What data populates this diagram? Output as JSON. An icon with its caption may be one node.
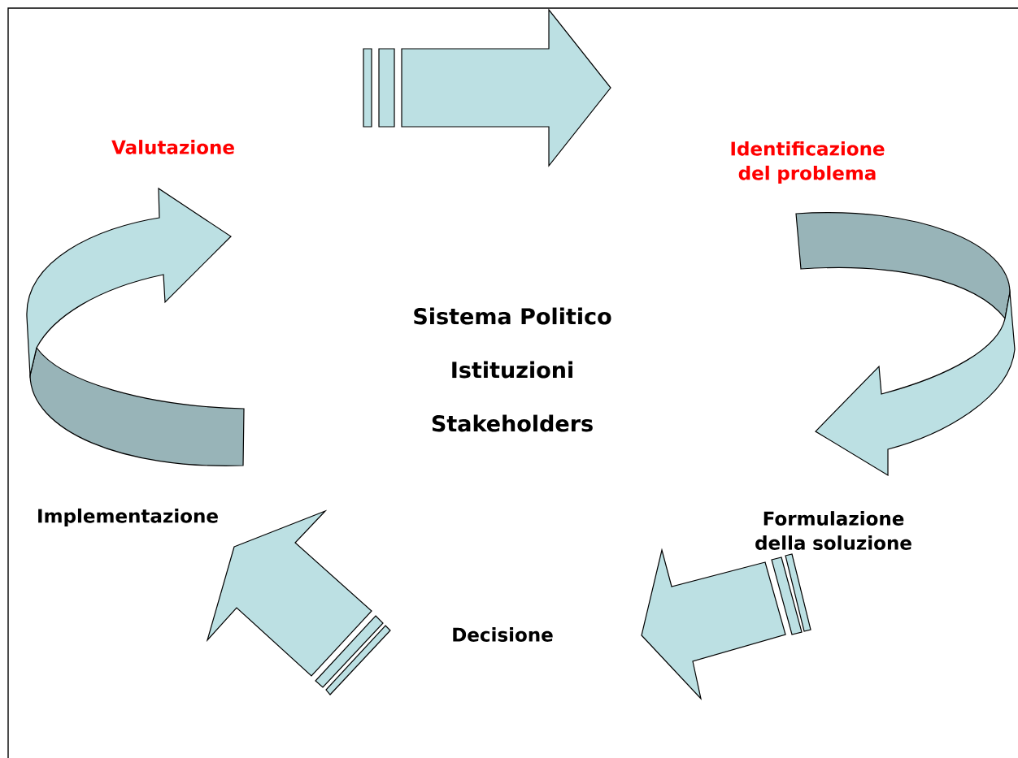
{
  "diagram": {
    "nodes": [
      {
        "text": [
          "Valutazione"
        ]
      },
      {
        "text": [
          "Identificazione del problema"
        ]
      },
      {
        "text": [
          "Formulazione della soluzione"
        ]
      },
      {
        "text": [
          "Decisione"
        ]
      },
      {
        "text": [
          "Implementazione"
        ]
      },
      {
        "text": [
          "Sistema Politico",
          "Istituzioni",
          "Stakeholders"
        ]
      },
      {
        "text": [],
        "shape": "arrow"
      },
      {
        "text": [],
        "shape": "arrow"
      },
      {
        "text": [],
        "shape": "arrow"
      },
      {
        "text": [],
        "shape": "arrow"
      },
      {
        "text": [],
        "shape": "arrow"
      }
    ]
  }
}
